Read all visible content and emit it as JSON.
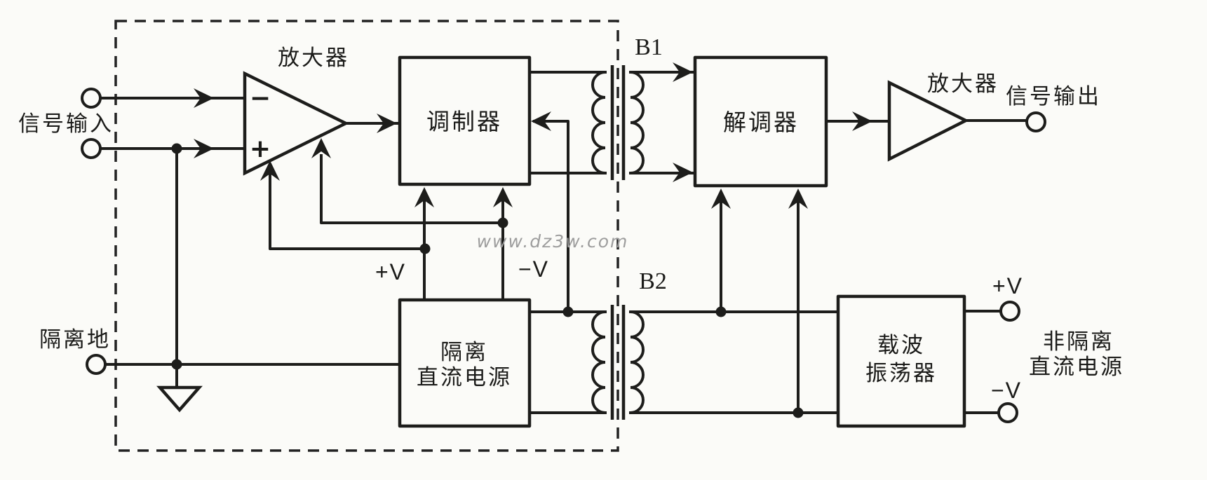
{
  "colors": {
    "ink": "#1d1d1b",
    "paper": "#fbfbf8",
    "watermark": "#9d9d9d"
  },
  "watermark": "www.dz3w.com",
  "io": {
    "signal_input": "信号输入",
    "signal_output": "信号输出",
    "isolated_ground": "隔离地"
  },
  "amplifiers": {
    "input_amp_label": "放大器",
    "output_amp_label": "放大器",
    "inverting_input": "−",
    "noninverting_input": "+"
  },
  "blocks": {
    "modulator": "调制器",
    "demodulator": "解调器",
    "isolated_dc_supply_line1": "隔离",
    "isolated_dc_supply_line2": "直流电源",
    "carrier_oscillator_line1": "载波",
    "carrier_oscillator_line2": "振荡器"
  },
  "transformers": {
    "b1": "B1",
    "b2": "B2"
  },
  "power": {
    "isolated_plus_v": "+V",
    "isolated_minus_v": "−V",
    "supply_plus_v": "+V",
    "supply_minus_v": "−V",
    "non_isolated_supply_line1": "非隔离",
    "non_isolated_supply_line2": "直流电源"
  }
}
